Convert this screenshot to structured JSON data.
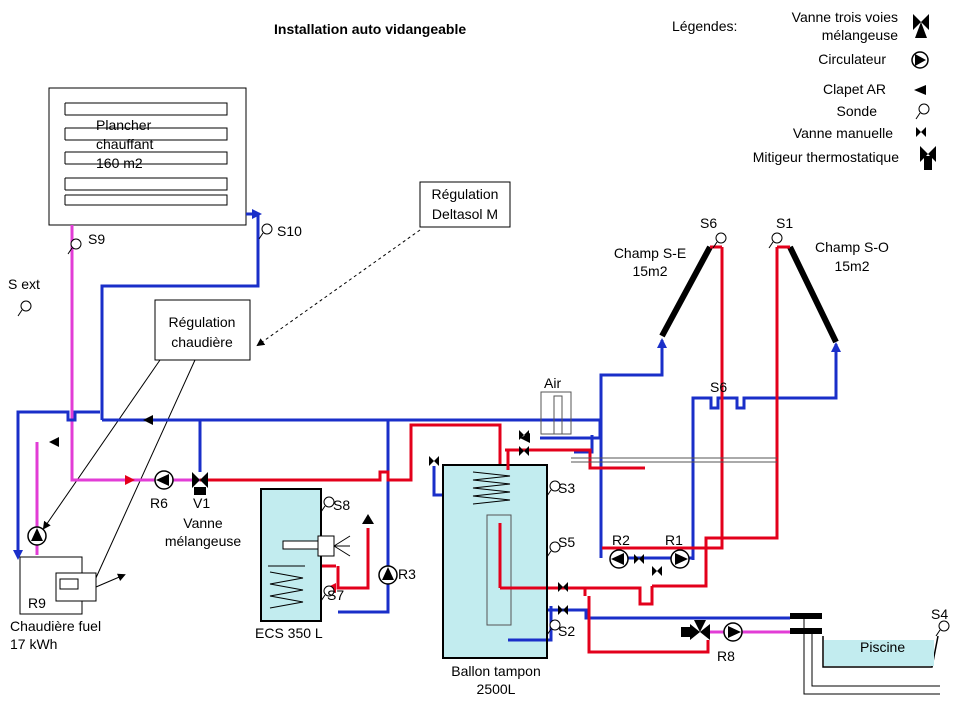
{
  "title": "Installation auto vidangeable",
  "legend": {
    "heading": "Légendes:",
    "items": [
      {
        "label": "Vanne trois voies\nmélangeuse",
        "icon": "three-way-valve-icon"
      },
      {
        "label": "Circulateur",
        "icon": "circulator-icon"
      },
      {
        "label": "Clapet AR",
        "icon": "check-valve-icon"
      },
      {
        "label": "Sonde",
        "icon": "sensor-icon"
      },
      {
        "label": "Vanne manuelle",
        "icon": "manual-valve-icon"
      },
      {
        "label": "Mitigeur thermostatique",
        "icon": "thermostatic-mixer-icon"
      }
    ]
  },
  "floor_heating": {
    "line1": "Plancher",
    "line2": "chauffant",
    "line3": "160 m2"
  },
  "deltasol": {
    "line1": "Régulation",
    "line2": "Deltasol M"
  },
  "boiler_reg": {
    "line1": "Régulation",
    "line2": "chaudière"
  },
  "boiler": {
    "line1": "Chaudière fuel",
    "line2": "17 kWh",
    "circulator": "R9"
  },
  "ecs": {
    "label": "ECS 350 L"
  },
  "buffer": {
    "line1": "Ballon tampon",
    "line2": "2500L"
  },
  "air": "Air",
  "field_se": {
    "line1": "Champ S-E",
    "line2": "15m2"
  },
  "field_so": {
    "line1": "Champ S-O",
    "line2": "15m2"
  },
  "pool": "Piscine",
  "mixing_valve": {
    "id": "V1",
    "line1": "Vanne",
    "line2": "mélangeuse"
  },
  "sensors": {
    "s1": "S1",
    "s2": "S2",
    "s3": "S3",
    "s4": "S4",
    "s5": "S5",
    "s6a": "S6",
    "s6b": "S6",
    "s7": "S7",
    "s8": "S8",
    "s9": "S9",
    "s10": "S10",
    "sext": "S ext"
  },
  "circulators": {
    "r1": "R1",
    "r2": "R2",
    "r3": "R3",
    "r6": "R6",
    "r8": "R8"
  },
  "colors": {
    "hot": "#e3001b",
    "cold": "#1a2fc9",
    "heating": "#e23cd6",
    "tank": "#c2ecef"
  }
}
